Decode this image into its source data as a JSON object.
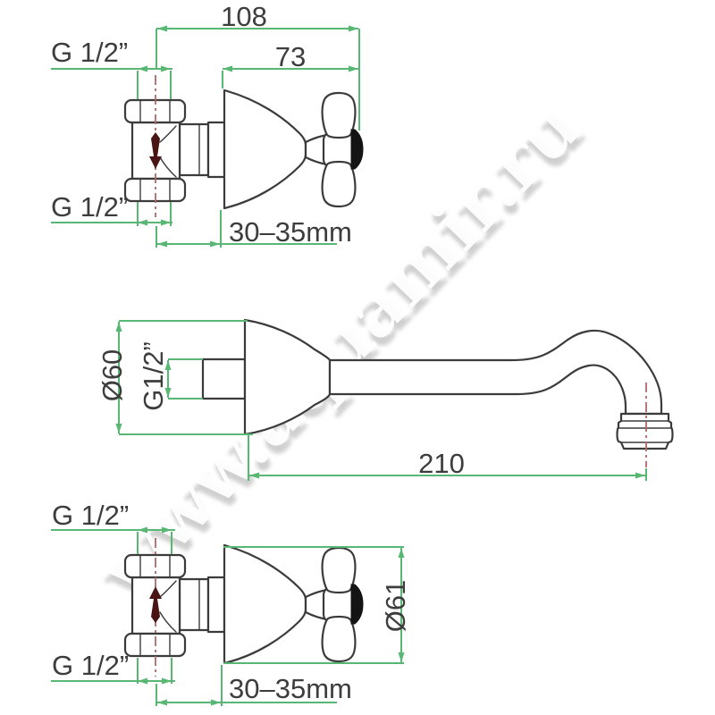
{
  "watermark": "www.aquamir.ru",
  "colors": {
    "background": "#ffffff",
    "dimension_green": "#58b873",
    "outline_dark": "#3b3b3b",
    "centerline_red": "#b06868",
    "flow_arrow_red": "#4a1414",
    "label_text": "#3d3d3d",
    "handle_cap_black": "#141414"
  },
  "views": {
    "top": {
      "dim_total_width": "108",
      "dim_handle_width": "73",
      "thread_top": "G 1/2”",
      "thread_bottom": "G 1/2”",
      "wall_depth": "30–35mm",
      "flow_direction": "down"
    },
    "middle": {
      "dim_flange_diameter": "Ø60",
      "thread": "G1/2”",
      "dim_spout_length": "210"
    },
    "bottom": {
      "thread_top": "G 1/2”",
      "thread_bottom": "G 1/2”",
      "dim_handle_diameter": "Ø61",
      "wall_depth": "30–35mm",
      "flow_direction": "up"
    }
  }
}
